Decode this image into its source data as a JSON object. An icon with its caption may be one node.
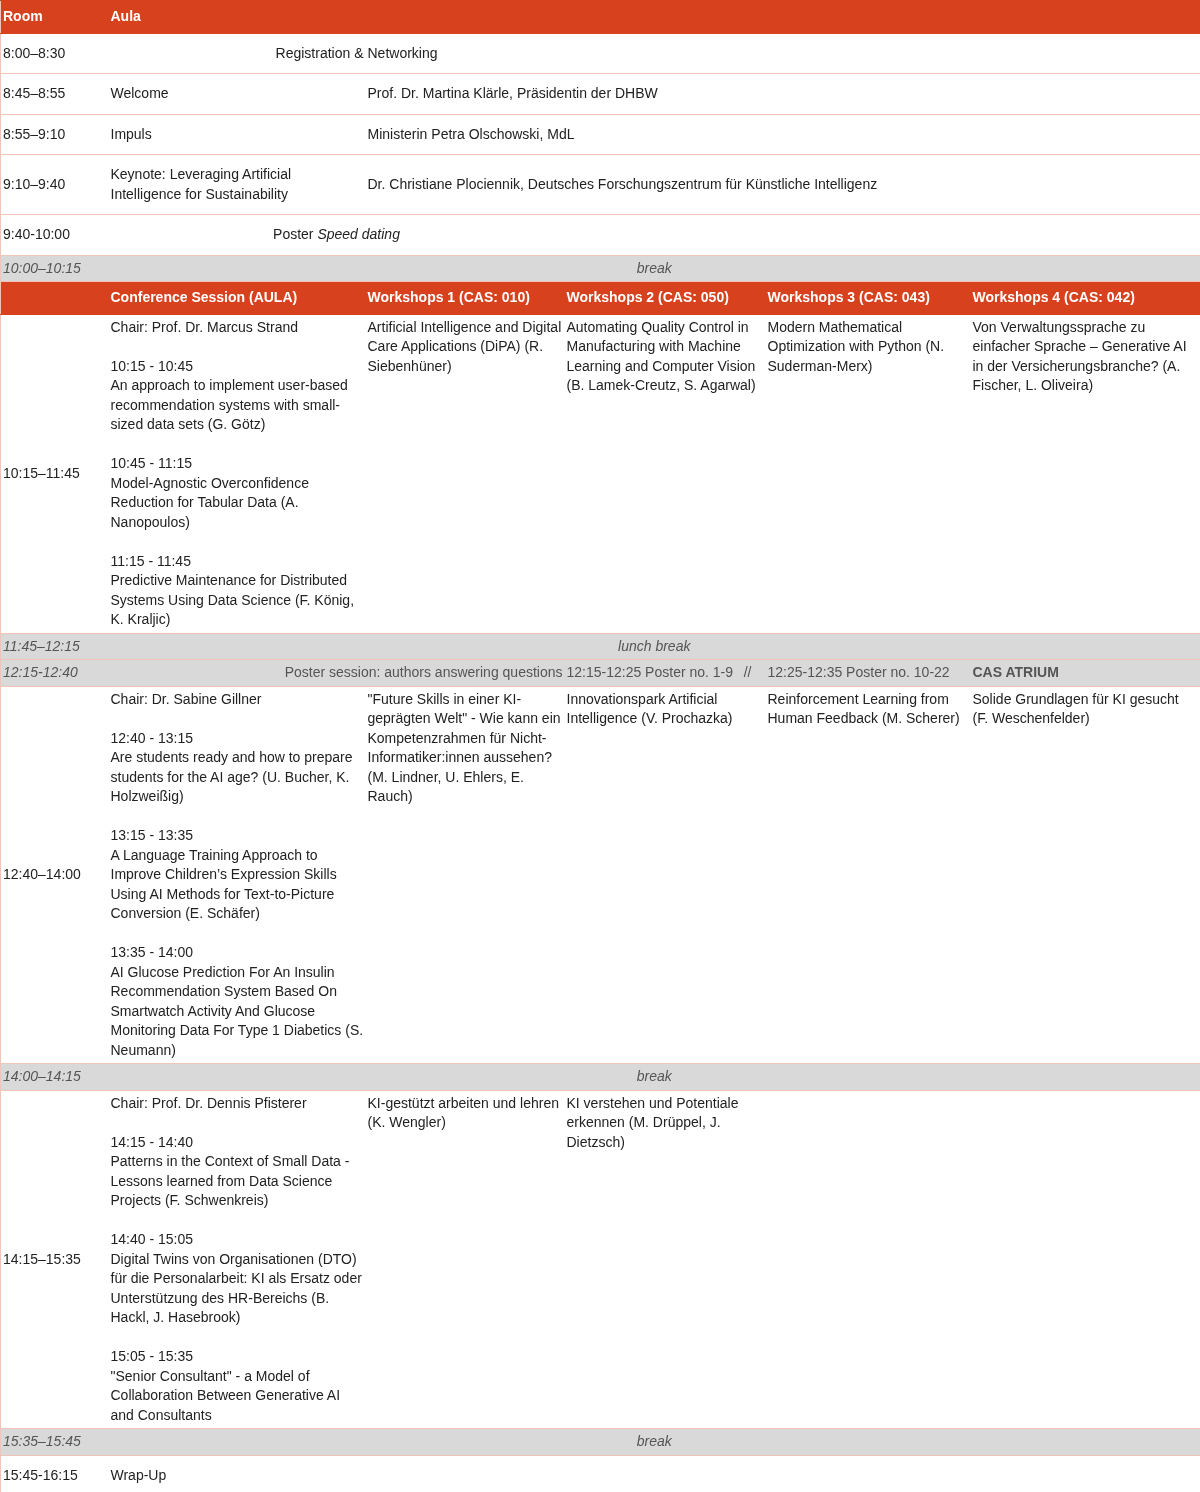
{
  "diagram": {
    "labels": [
      "Room",
      "Aula",
      "8:00–8:30",
      "Registration  &",
      "Networking",
      "8:45–8:55",
      "Welcome",
      "Prof. Dr. Martina Klärle, Präsidentin der DHBW",
      "8:55–9:10",
      "Impuls",
      "Ministerin Petra Olschowski, MdL",
      "9:10–9:40",
      "Keynote: Leveraging Artificial Intelligence for Sustainability",
      "Dr. Christiane Plociennik, Deutsches Forschungszentrum für Künstliche Intelligenz",
      "9:40-10:00",
      "Poster *Speed dating*",
      "10:00–10:15",
      "break",
      "Conference Session (AULA)",
      "Workshops 1 (CAS: 010)",
      "Workshops 2  (CAS: 050)",
      "Workshops 3 (CAS: 043)",
      "Workshops 4 (CAS: 042)",
      "10:15–11:45",
      "Chair: Prof. Dr. Marcus Strand",
      "10:15 - 10:45",
      "An approach to implement user-based recommendation systems with small-sized data sets (G. Götz)",
      "10:45 - 11:15",
      "Model-Agnostic Overconfidence Reduction for Tabular Data (A. Nanopoulos)",
      "11:15 - 11:45",
      "Predictive Maintenance for Distributed Systems Using Data Science (F. König, K. Kraljic)",
      "Artificial Intelligence and Digital Care Applications (DiPA) (R. Siebenhüner)",
      "Automating Quality Control in Manufacturing with Machine Learning and Computer Vision (B. Lamek-Creutz, S. Agarwal)",
      "Modern Mathematical Optimization with Python (N. Suderman-Merx)",
      "Von Verwaltungssprache zu einfacher Sprache –  Generative AI in der Versicherungsbranche? (A. Fischer, L. Oliveira)",
      "11:45–12:15",
      "lunch break",
      "12:15-12:40",
      "Poster session: authors answering questions",
      "12:15-12:25 Poster no. 1-9",
      "//",
      "12:25-12:35 Poster no. 10-22",
      "CAS ATRIUM",
      "12:40–14:00",
      "Chair: Dr. Sabine Gillner",
      "12:40 - 13:15",
      "Are students ready and how to prepare students for the AI age? (U. Bucher, K. Holzweißig)",
      "13:15 - 13:35",
      "A Language Training Approach to Improve Children’s Expression Skills Using AI Methods for Text-to-Picture Conversion (E. Schäfer)",
      "13:35 - 14:00",
      "AI Glucose Prediction For An Insulin Recommendation System Based On Smartwatch Activity And Glucose Monitoring Data For Type 1 Diabetics (S. Neumann)",
      "\"Future Skills in einer KI-geprägten Welt\" - Wie kann ein Kompetenzrahmen für Nicht-Informatiker:innen aussehen? (M. Lindner, U. Ehlers, E. Rauch)",
      "Innovationspark Artificial Intelligence (V. Prochazka)",
      "Reinforcement Learning from Human Feedback (M. Scherer)",
      "Solide Grundlagen für KI gesucht (F. Weschenfelder)",
      "14:00–14:15",
      "break",
      "14:15–15:35",
      "Chair: Prof. Dr. Dennis Pfisterer",
      "14:15 - 14:40",
      "Patterns in the Context of Small Data - Lessons learned from Data Science Projects (F. Schwenkreis)",
      "14:40 - 15:05",
      "Digital Twins von Organisationen (DTO) für die Personalarbeit: KI als Ersatz oder Unterstützung des HR-Bereichs (B. Hackl, J. Hasebrook)",
      "15:05 - 15:35",
      "\"Senior Consultant\" - a Model of Collaboration Between Generative AI and Consultants",
      "KI-gestützt arbeiten und lehren (K. Wengler)",
      "KI verstehen und Potentiale erkennen (M. Drüppel, J. Dietzsch)",
      "15:35–15:45",
      "break",
      "15:45-16:15",
      "Wrap-Up"
    ]
  }
}
